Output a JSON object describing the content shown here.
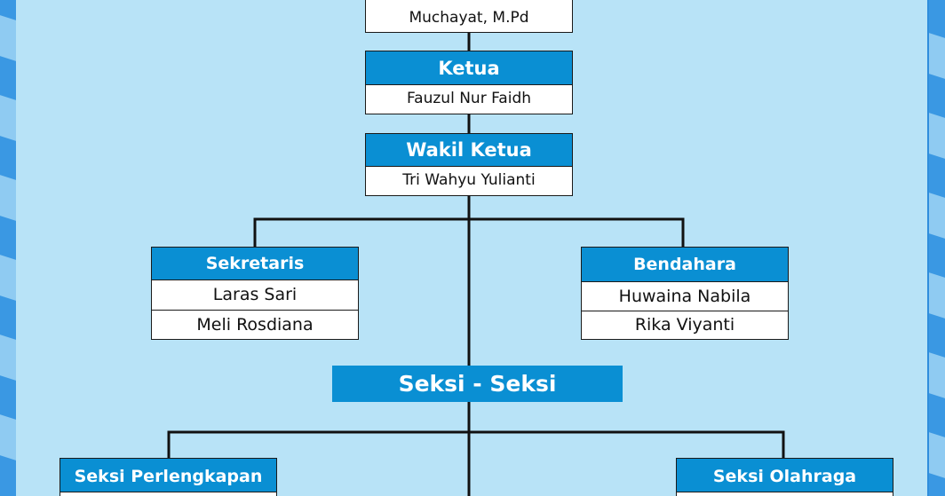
{
  "top_box": {
    "name": "Muchayat, M.Pd"
  },
  "ketua": {
    "title": "Ketua",
    "name": "Fauzul Nur Faidh"
  },
  "wakil": {
    "title": "Wakil Ketua",
    "name": "Tri Wahyu Yulianti"
  },
  "sekretaris": {
    "title": "Sekretaris",
    "members": [
      "Laras Sari",
      "Meli Rosdiana"
    ]
  },
  "bendahara": {
    "title": "Bendahara",
    "members": [
      "Huwaina Nabila",
      "Rika Viyanti"
    ]
  },
  "seksi": {
    "title": "Seksi - Seksi"
  },
  "perlengkapan": {
    "title": "Seksi Perlengkapan"
  },
  "olahraga": {
    "title": "Seksi Olahraga"
  },
  "colors": {
    "header_blue": "#0a8fd3",
    "background": "#b8e3f7",
    "border": "#2f8ddc"
  }
}
